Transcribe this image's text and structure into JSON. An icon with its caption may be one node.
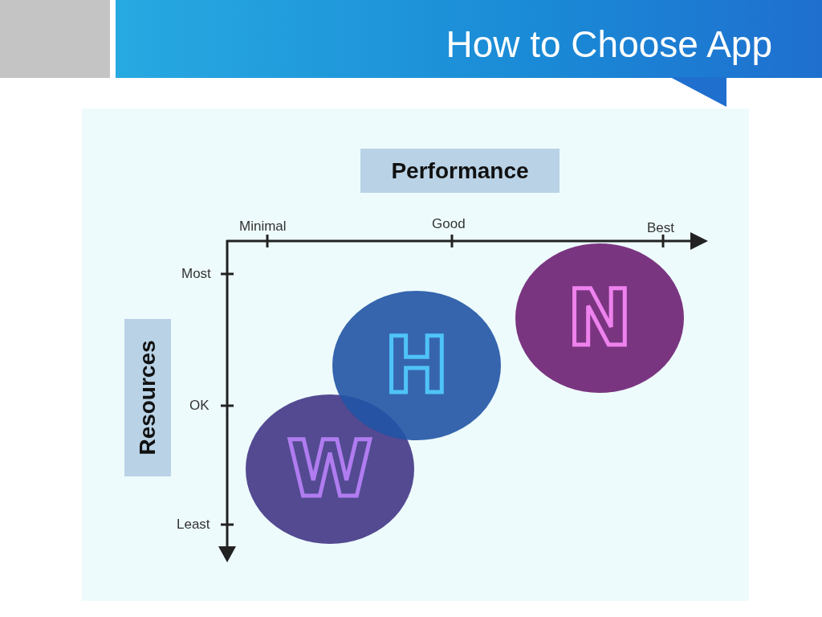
{
  "diagram": {
    "title": "How to Choose App",
    "nodes": [
      {
        "text": [
          "W"
        ]
      },
      {
        "text": [
          "H"
        ]
      },
      {
        "text": [
          "N"
        ]
      }
    ],
    "labels": [
      "Performance",
      "Minimal",
      "Good",
      "Best",
      "Most",
      "Resources",
      "OK",
      "Least"
    ]
  }
}
